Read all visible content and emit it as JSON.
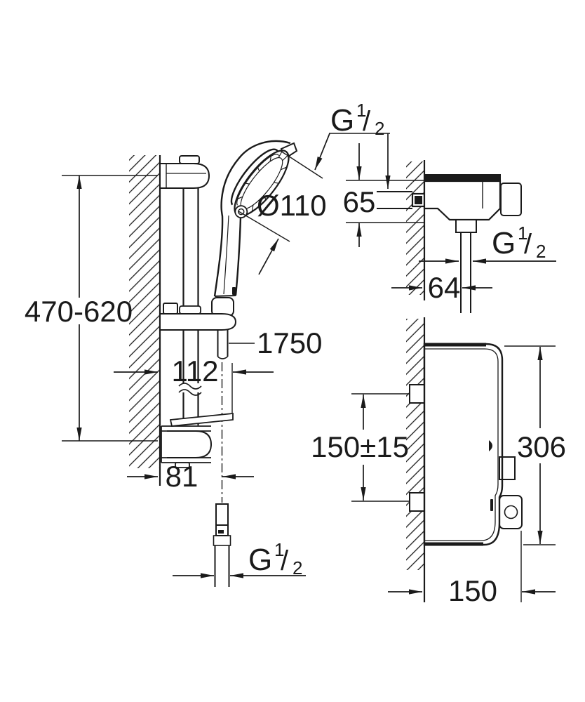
{
  "thread_label": {
    "g": "G",
    "numerator": "1",
    "slash": "/",
    "denominator": "2"
  },
  "dimensions": {
    "rail_view": {
      "height_range": "470-620",
      "head_diameter": "Ø110",
      "hose_length": "1750",
      "holder_offset": "112",
      "hose_offset": "81"
    },
    "valve_side_view": {
      "inlet_height": "65",
      "inlet_depth": "64"
    },
    "valve_front_view": {
      "mounting_distance": "150±15",
      "body_height": "306",
      "body_depth": "150"
    }
  },
  "colors": {
    "line": "#1a1a1a",
    "background": "#ffffff"
  }
}
